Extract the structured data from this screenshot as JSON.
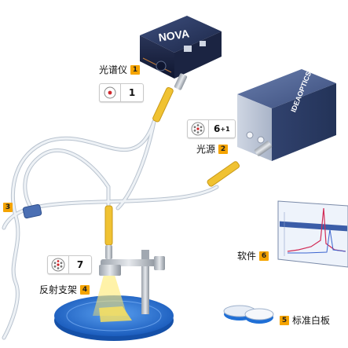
{
  "devices": {
    "spectrometer": {
      "brand": "NOVA",
      "label": "光谱仪",
      "badge": "1",
      "fiber_count": "1"
    },
    "light_source": {
      "brand": "IDEAOPTICS",
      "label": "光源",
      "badge": "2",
      "fiber_count": "6",
      "fiber_count_sup": "+1"
    },
    "fiber": {
      "badge": "3"
    },
    "reflection_stand": {
      "label": "反射支架",
      "badge": "4",
      "fiber_count": "7"
    },
    "white_standard": {
      "label": "标准白板",
      "badge": "5"
    },
    "software": {
      "label": "软件",
      "badge": "6"
    }
  },
  "colors": {
    "badge": "#f5a400",
    "device_body": "#2b3a63",
    "connector": "#f0c232",
    "platform": "#1f6fd6",
    "cable": "#dfe6ee"
  }
}
